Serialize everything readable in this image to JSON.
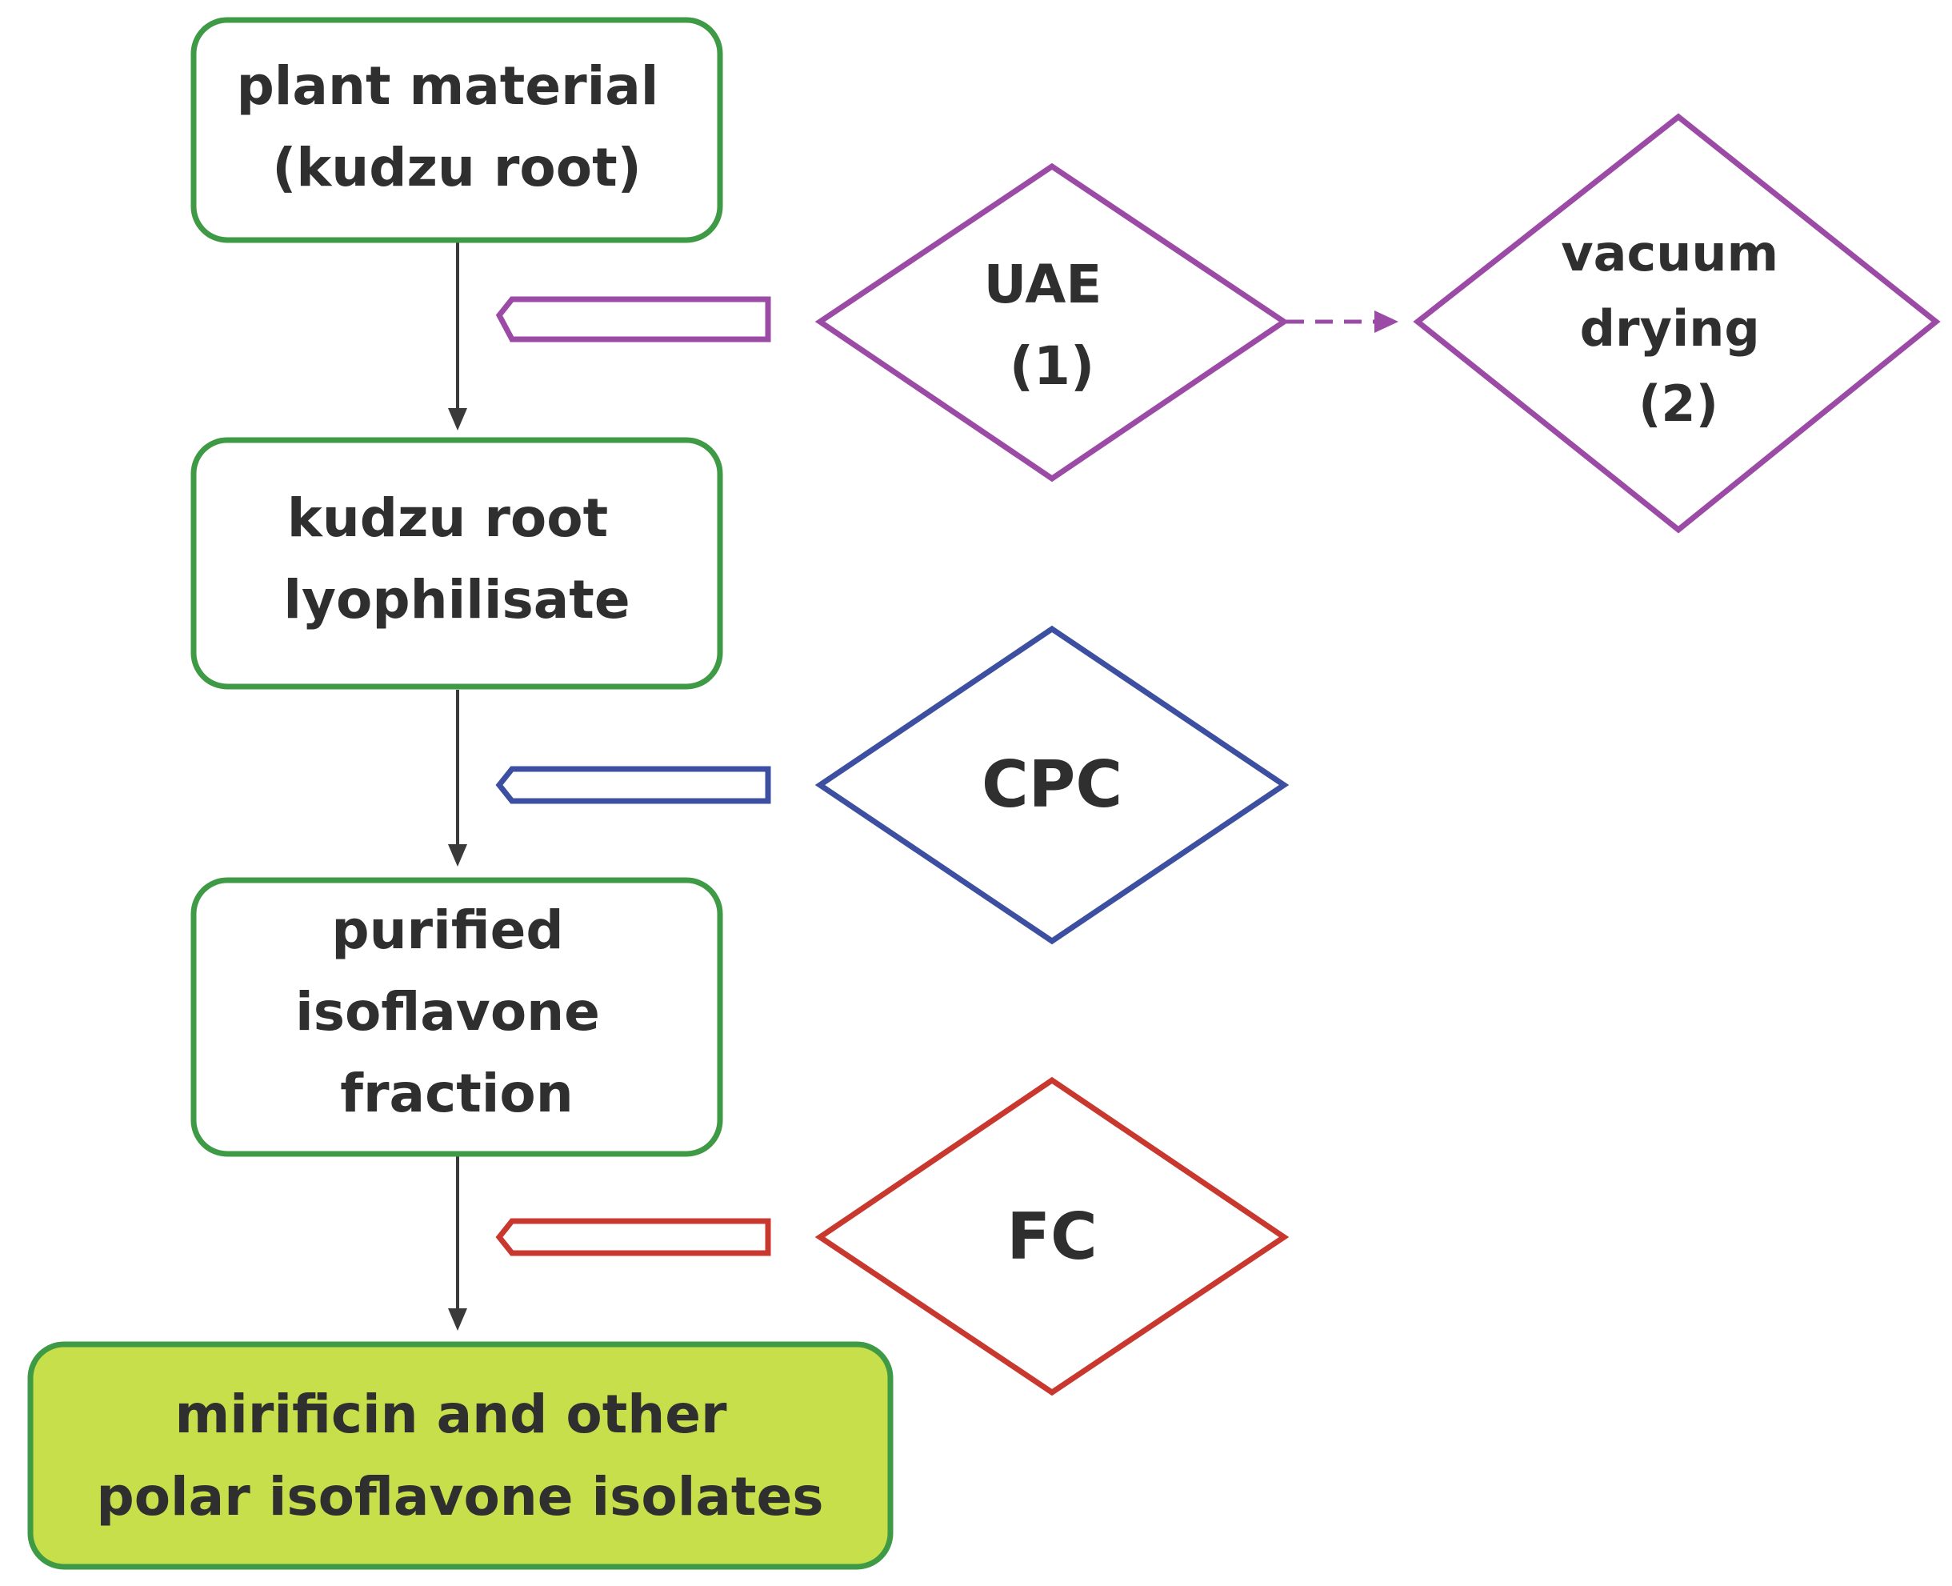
{
  "nodes": {
    "plant_material": [
      "plant material",
      "(kudzu root)"
    ],
    "lyophilisate": [
      "kudzu root",
      "lyophilisate"
    ],
    "purified_fraction": [
      "purified",
      "isoflavone",
      "fraction"
    ],
    "final_isolates": [
      "mirificin and other",
      "polar isoflavone isolates"
    ]
  },
  "steps": {
    "uae": [
      "UAE",
      "(1)"
    ],
    "vacuum_drying": [
      "vacuum",
      "drying",
      "(2)"
    ],
    "cpc": [
      "CPC"
    ],
    "fc": [
      "FC"
    ]
  },
  "colors": {
    "box_border": "#3f9a45",
    "final_fill": "#c6df4a",
    "uae": "#9b4aa6",
    "cpc": "#3d4fa0",
    "fc": "#c8382f",
    "flow_line": "#3a3a3a"
  }
}
